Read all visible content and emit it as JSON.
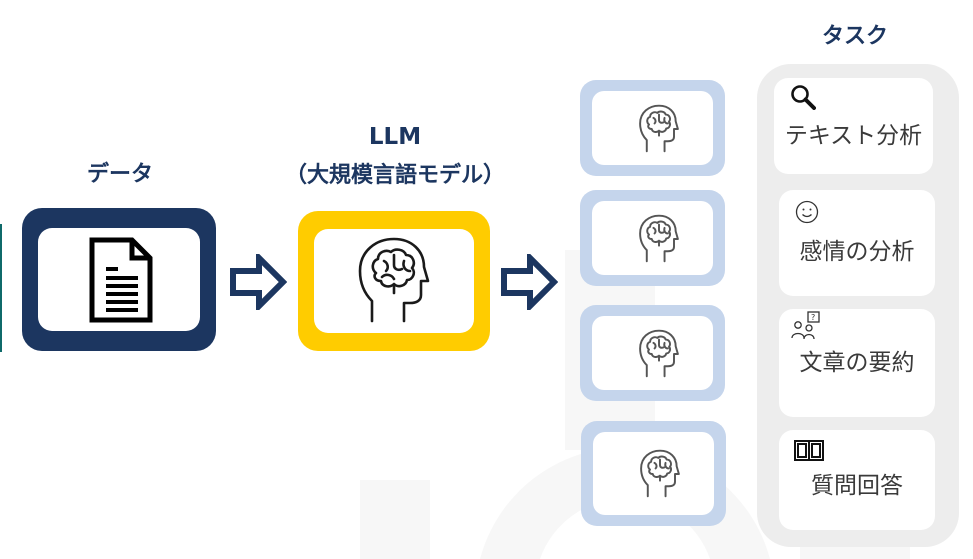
{
  "labels": {
    "data": "データ",
    "llm_line1": "LLM",
    "llm_line2": "（大規模言語モデル）",
    "task": "タスク"
  },
  "tasks": [
    {
      "label": "テキスト分析",
      "icon": "magnifier-icon"
    },
    {
      "label": "感情の分析",
      "icon": "smiley-icon"
    },
    {
      "label": "文章の要約",
      "icon": "people-question-icon"
    },
    {
      "label": "質問回答",
      "icon": "book-icon"
    }
  ],
  "colors": {
    "navy": "#1c3660",
    "yellow": "#ffcc00",
    "light_blue": "#c5d5ec",
    "panel_gray": "#ededed"
  }
}
